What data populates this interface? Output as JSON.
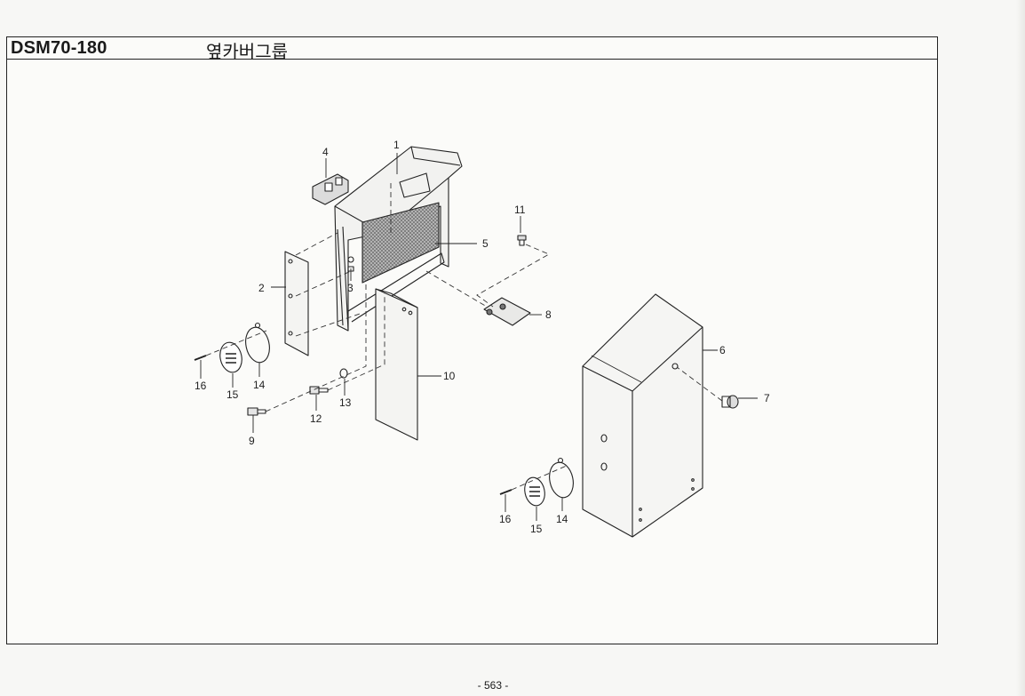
{
  "header": {
    "model_code": "DSM70-180",
    "group_name": "옆카버그룹"
  },
  "footer": {
    "page_number": "- 563 -"
  },
  "callouts": [
    {
      "id": "c1",
      "label": "1"
    },
    {
      "id": "c2",
      "label": "2"
    },
    {
      "id": "c3",
      "label": "3"
    },
    {
      "id": "c4",
      "label": "4"
    },
    {
      "id": "c5",
      "label": "5"
    },
    {
      "id": "c6",
      "label": "6"
    },
    {
      "id": "c7",
      "label": "7"
    },
    {
      "id": "c8",
      "label": "8"
    },
    {
      "id": "c9",
      "label": "9"
    },
    {
      "id": "c10",
      "label": "10"
    },
    {
      "id": "c11",
      "label": "11"
    },
    {
      "id": "c12",
      "label": "12"
    },
    {
      "id": "c13",
      "label": "13"
    },
    {
      "id": "c14a",
      "label": "14"
    },
    {
      "id": "c15a",
      "label": "15"
    },
    {
      "id": "c16a",
      "label": "16"
    },
    {
      "id": "c14b",
      "label": "14"
    },
    {
      "id": "c15b",
      "label": "15"
    },
    {
      "id": "c16b",
      "label": "16"
    }
  ]
}
